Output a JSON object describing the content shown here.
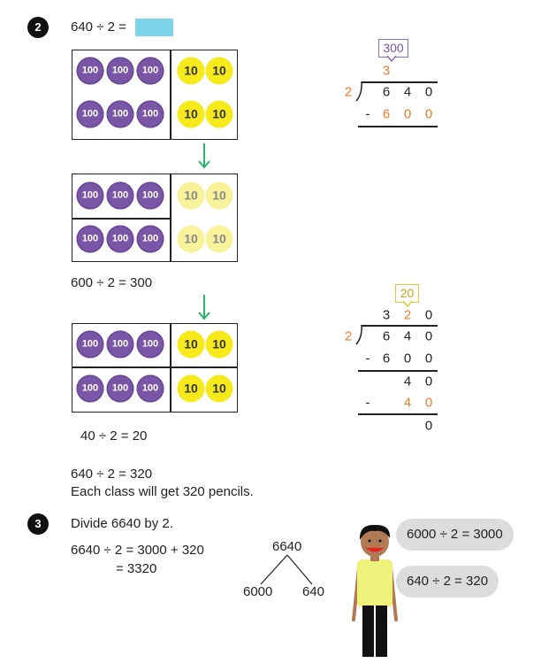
{
  "q2": {
    "number": "2",
    "prompt": "640 ÷ 2 =",
    "step1": "600 ÷ 2 = 300",
    "step2": "40 ÷ 2 =  20",
    "result": "640 ÷ 2 = 320",
    "answer": "Each class will get 320 pencils."
  },
  "counters": {
    "hundred": "100",
    "ten": "10"
  },
  "div1": {
    "hint": "300",
    "quotient": "3",
    "divisor": "2",
    "dividend": [
      "6",
      "4",
      "0"
    ],
    "minus": "-",
    "sub": [
      "6",
      "0",
      "0"
    ]
  },
  "div2": {
    "hint": "20",
    "quotient": [
      "3",
      "2",
      "0"
    ],
    "divisor": "2",
    "dividend": [
      "6",
      "4",
      "0"
    ],
    "minus": "-",
    "sub1": [
      "6",
      "0",
      "0"
    ],
    "rem1": [
      "4",
      "0"
    ],
    "sub2": [
      "4",
      "0"
    ],
    "rem2": "0"
  },
  "q3": {
    "number": "3",
    "prompt": "Divide 6640 by 2.",
    "line1": "6640 ÷ 2 = 3000 + 320",
    "line2": "= 3320",
    "tree": {
      "top": "6640",
      "left": "6000",
      "right": "640"
    },
    "bubbles": [
      "6000 ÷ 2 = 3000",
      "640 ÷ 2 = 320"
    ]
  },
  "colors": {
    "purple": "#7a57a6",
    "yellow": "#f7ea1c",
    "orange": "#f07a2a",
    "blue": "#7dd3ea",
    "green": "#2bb36b"
  }
}
